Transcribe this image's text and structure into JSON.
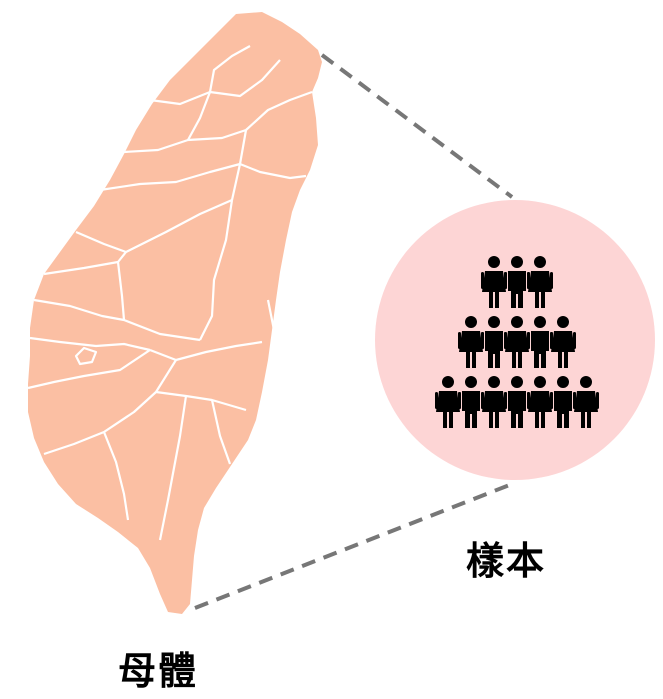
{
  "labels": {
    "population": "母體",
    "sample": "樣本"
  },
  "colors": {
    "map_fill": "#FBBFA3",
    "map_borders": "#ffffff",
    "sample_circle": "#FDD5D5",
    "connector": "#777777",
    "figures": "#000000"
  },
  "sample_pyramid_rows": [
    3,
    5,
    7
  ],
  "icons": {
    "population_map": "taiwan-map-icon",
    "sample_person": "person-icon"
  }
}
